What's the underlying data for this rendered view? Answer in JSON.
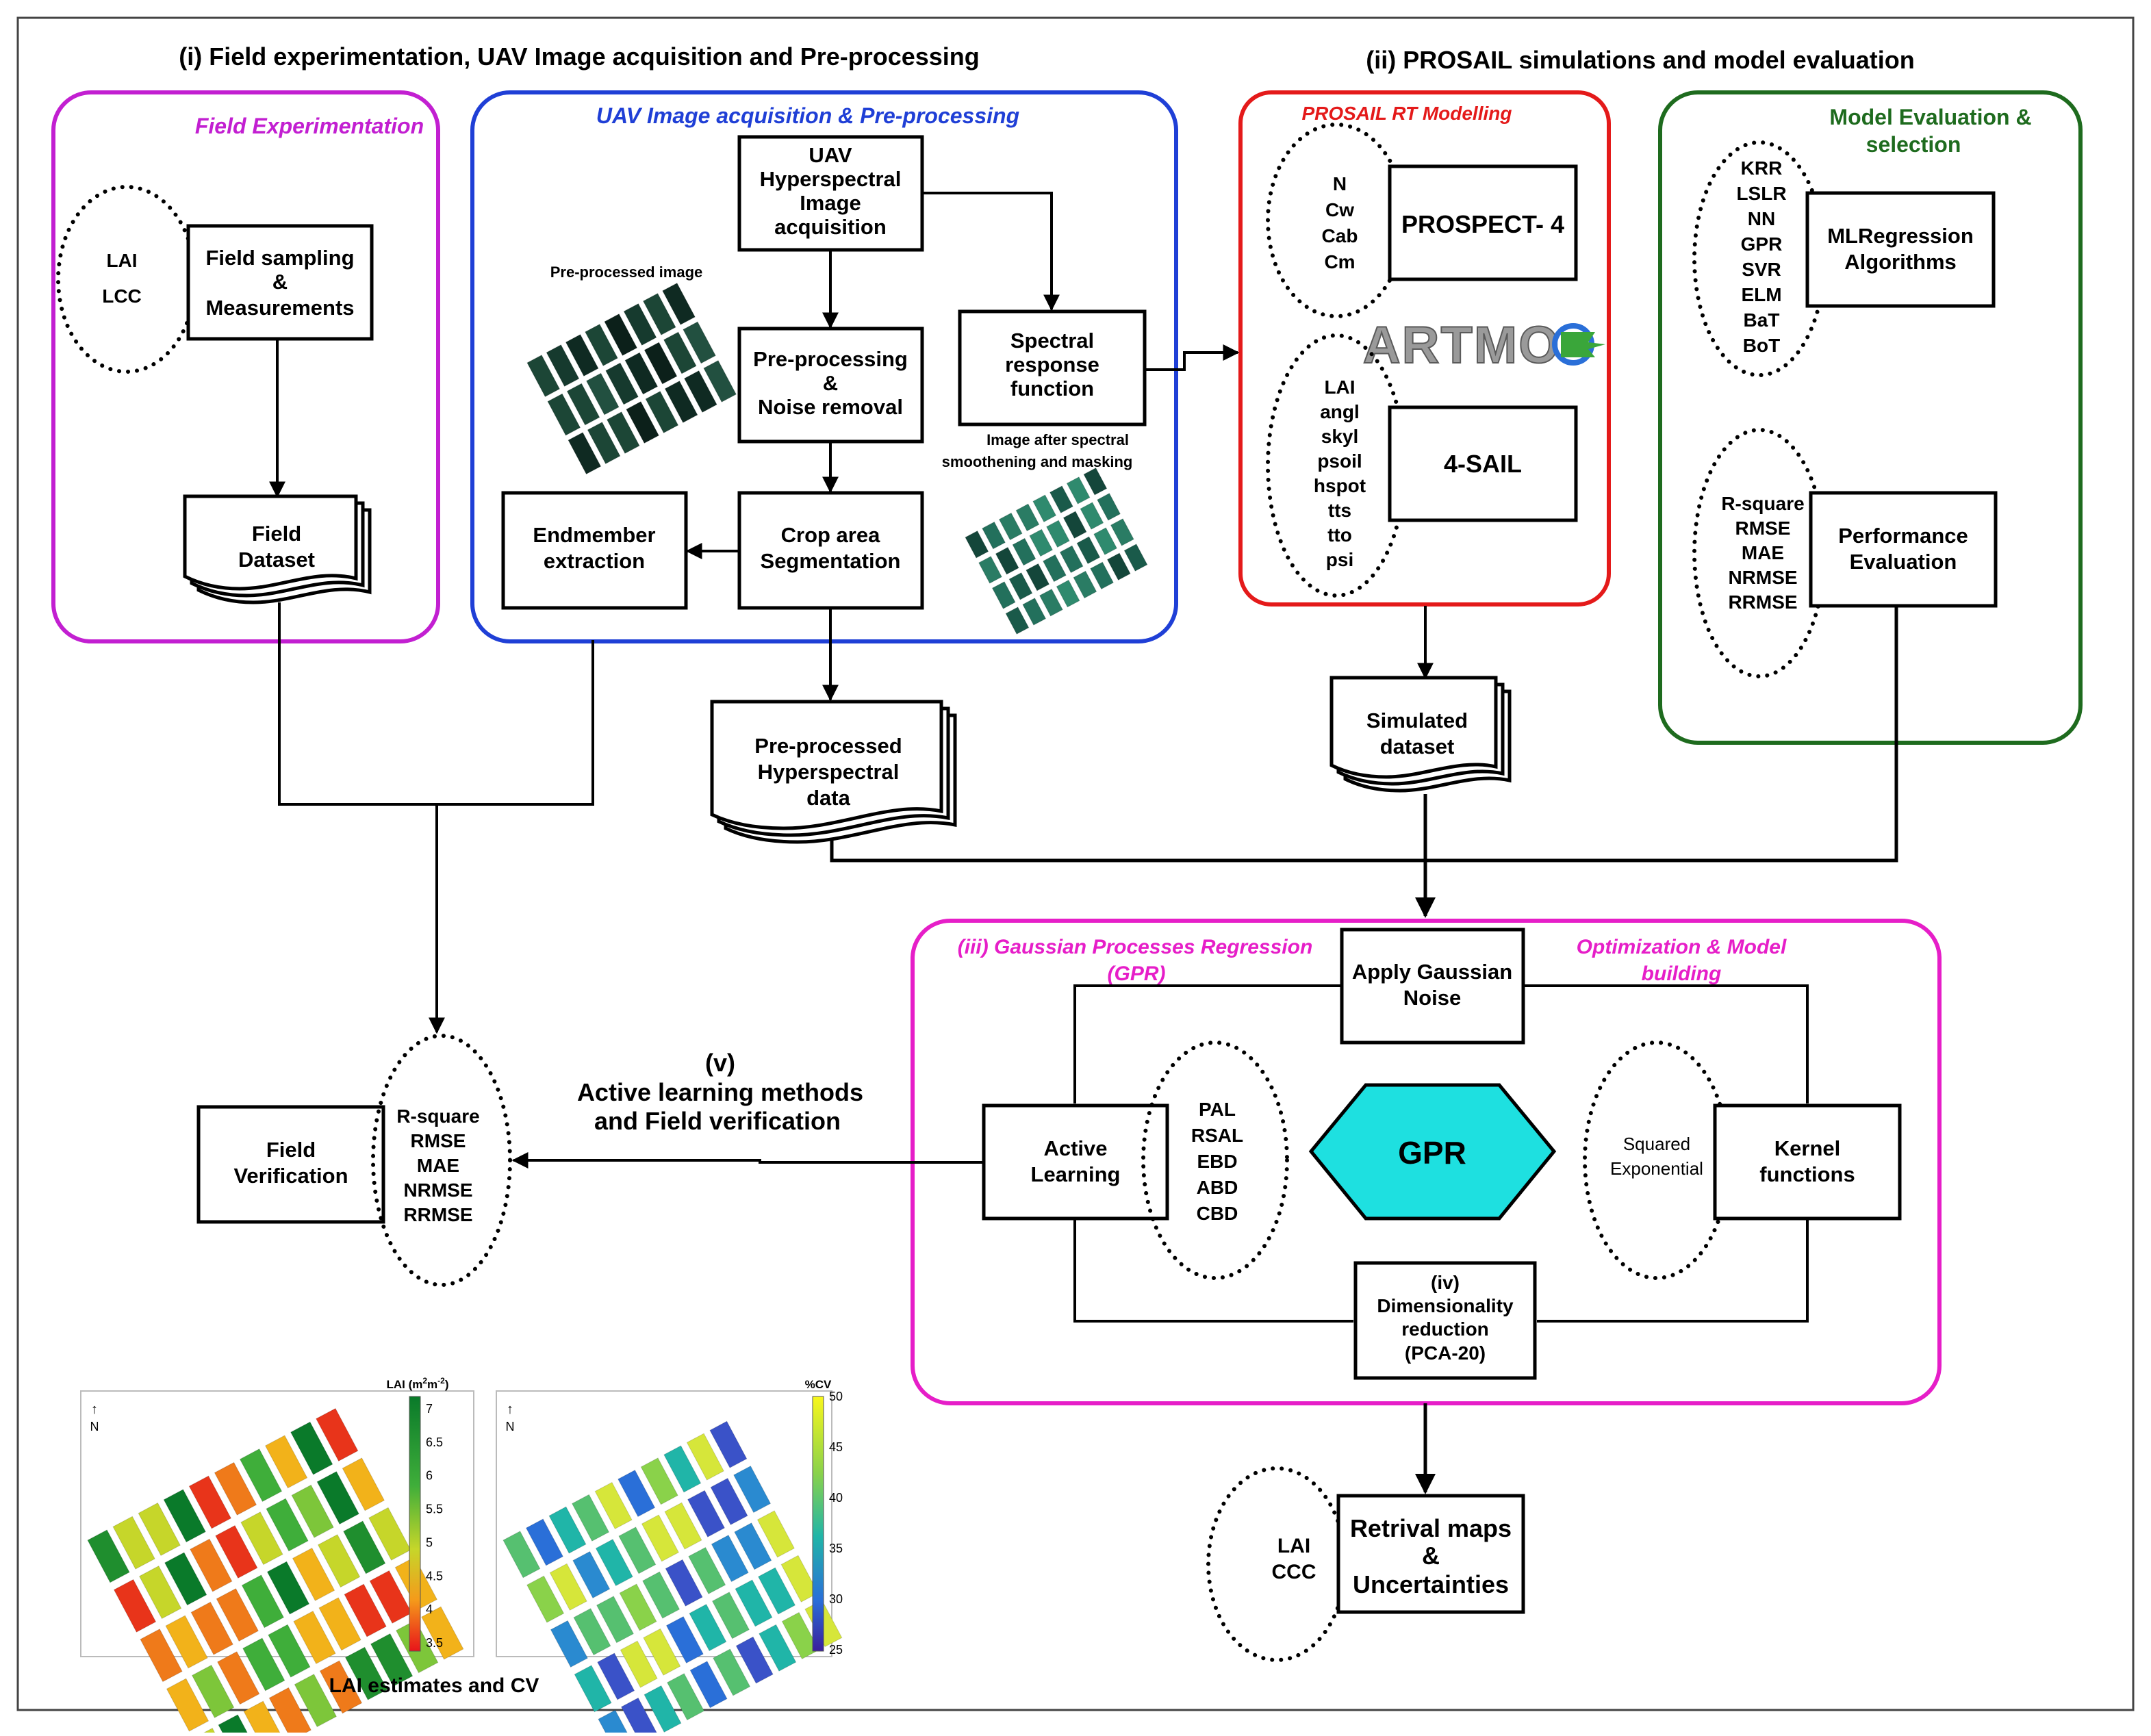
{
  "titles": {
    "part1": "(i) Field experimentation, UAV Image acquisition and Pre-processing",
    "part2": "(ii) PROSAIL simulations and model evaluation"
  },
  "sections": {
    "field": "Field Experimentation",
    "uav": "UAV  Image acquisition & Pre-processing",
    "prosail": "PROSAIL RT Modelling",
    "model_eval": [
      "Model Evaluation &",
      "selection"
    ],
    "gpr": [
      "(iii) Gaussian Processes Regression",
      "(GPR)"
    ],
    "optimization": [
      "Optimization & Model",
      "building"
    ]
  },
  "boxes": {
    "field_sampling": [
      "Field sampling",
      "&",
      "Measurements"
    ],
    "field_dataset": [
      "Field",
      "Dataset"
    ],
    "uav_acq": [
      "UAV",
      "Hyperspectral",
      "Image",
      "acquisition"
    ],
    "preproc": [
      "Pre-processing",
      "&",
      "Noise removal"
    ],
    "spectral_resp": [
      "Spectral",
      "response",
      "function"
    ],
    "crop_seg": [
      "Crop area",
      "Segmentation"
    ],
    "endmember": [
      "Endmember",
      "extraction"
    ],
    "preproc_data": [
      "Pre-processed",
      "Hyperspectral",
      "data"
    ],
    "prospect": "PROSPECT- 4",
    "sail": "4-SAIL",
    "artmo": "ARTMO",
    "simulated": [
      "Simulated",
      "dataset"
    ],
    "mlreg": [
      "MLRegression",
      "Algorithms"
    ],
    "perf_eval": [
      "Performance",
      "Evaluation"
    ],
    "gauss_noise": [
      "Apply Gaussian",
      "Noise"
    ],
    "active_learning": [
      "Active",
      "Learning"
    ],
    "gpr": "GPR",
    "kernel": [
      "Kernel",
      "functions"
    ],
    "dimred": [
      "(iv)",
      "Dimensionality",
      "reduction",
      "(PCA-20)"
    ],
    "field_verif": [
      "Field",
      "Verification"
    ],
    "retrieval": [
      "Retrival maps",
      "&",
      "Uncertainties"
    ]
  },
  "ellipses": {
    "field_vars": [
      "LAI",
      "LCC"
    ],
    "prospect_vars": [
      "N",
      "Cw",
      "Cab",
      "Cm"
    ],
    "sail_vars": [
      "LAI",
      "angl",
      "skyl",
      "psoil",
      "hspot",
      "tts",
      "tto",
      "psi"
    ],
    "ml_algos": [
      "KRR",
      "LSLR",
      "NN",
      "GPR",
      "SVR",
      "ELM",
      "BaT",
      "BoT"
    ],
    "eval_metrics": [
      "R-square",
      "RMSE",
      "MAE",
      "NRMSE",
      "RRMSE"
    ],
    "al_methods": [
      "PAL",
      "RSAL",
      "EBD",
      "ABD",
      "CBD"
    ],
    "kernel_type": [
      "Squared",
      "Exponential"
    ],
    "verif_metrics": [
      "R-square",
      "RMSE",
      "MAE",
      "NRMSE",
      "RRMSE"
    ],
    "retrieval_vars": [
      "LAI",
      "CCC"
    ]
  },
  "labels": {
    "preproc_image": "Pre-processed image",
    "after_smoothing": [
      "Image after spectral",
      "smoothening and masking"
    ],
    "active_verif": [
      "(v)",
      "Active learning methods",
      "and Field verification"
    ],
    "maps_caption": "LAI estimates and CV",
    "north": "N"
  },
  "legends": {
    "lai": {
      "title": "LAI (m",
      "sup1": "2",
      "mid": "m",
      "sup2": "-2",
      "end": ")",
      "ticks": [
        "7",
        "6.5",
        "6",
        "5.5",
        "5",
        "4.5",
        "4",
        "3.5"
      ]
    },
    "cv": {
      "title": "%CV",
      "ticks": [
        "50",
        "45",
        "40",
        "35",
        "30",
        "25"
      ]
    }
  },
  "colors": {
    "field": "#c21fd1",
    "uav": "#1f3fd6",
    "prosail": "#e41a1a",
    "model_eval": "#1e6b1e",
    "gpr_section": "#e61ec8",
    "gpr_diamond": "#1ee0e0"
  }
}
